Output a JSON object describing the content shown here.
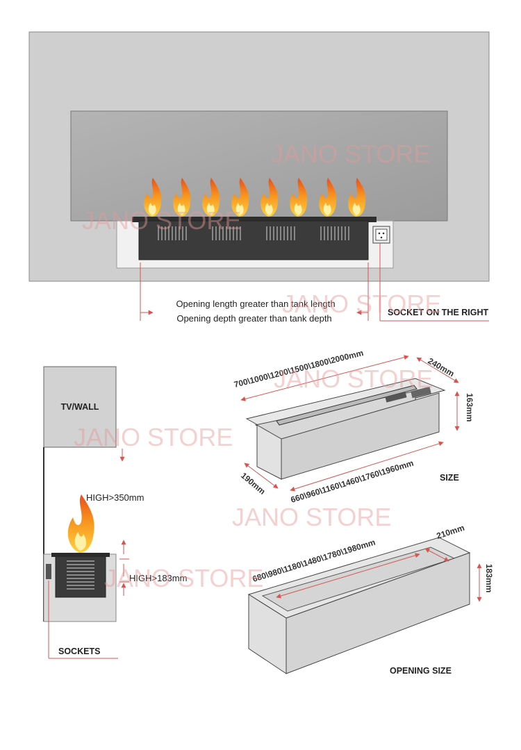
{
  "watermark": "JANO STORE",
  "colors": {
    "wall": "#cfcfcf",
    "glass": "#a9a9a9",
    "box_dark": "#3a3a3a",
    "dimension_red": "#d9534f",
    "flame_outer": "#f26a1b",
    "flame_inner": "#ffd23f"
  },
  "top_view": {
    "note_line_1": "Opening length greater than tank length",
    "note_line_2": "Opening depth greater than tank depth",
    "socket_label": "SOCKET ON THE RIGHT"
  },
  "side_view": {
    "wall_label": "TV/WALL",
    "clearance_label": "HIGH>350mm",
    "box_height_label": "HIGH>183mm",
    "sockets_label": "SOCKETS"
  },
  "size_view": {
    "length_top": "700\\1000\\1200\\1500\\1800\\2000mm",
    "depth_top": "240mm",
    "height": "163mm",
    "length_bottom": "660\\960\\1160\\1460\\1760\\1960mm",
    "depth_bottom": "190mm",
    "caption": "SIZE"
  },
  "opening_view": {
    "length": "680\\980\\1180\\1480\\1780\\1980mm",
    "depth": "210mm",
    "height": "183mm",
    "caption": "OPENING SIZE"
  }
}
